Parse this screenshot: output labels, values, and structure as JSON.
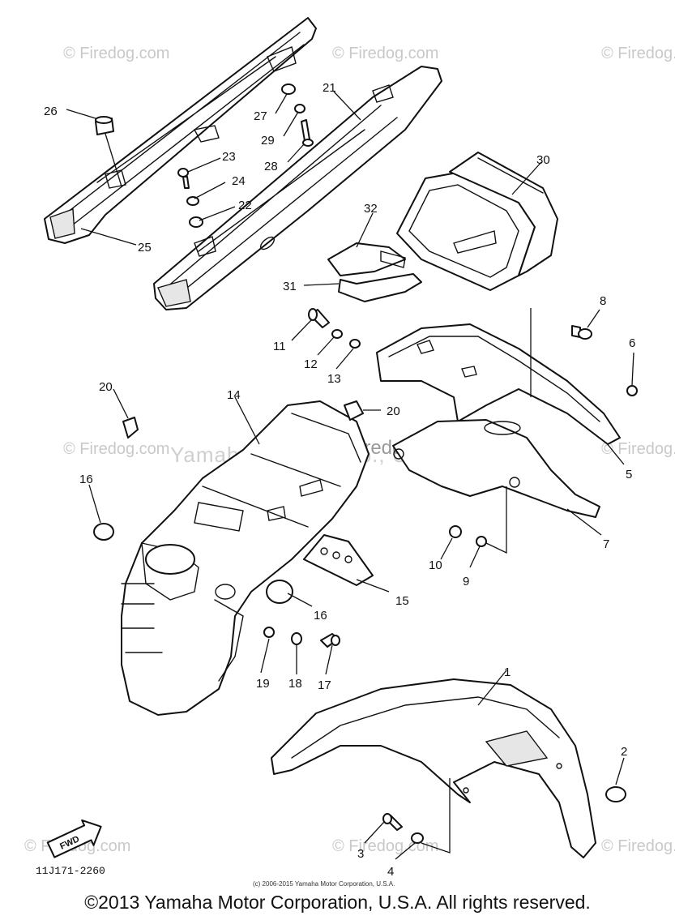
{
  "watermarks": {
    "site": "© Firedog.com",
    "center": "Yamaha Motor Corp., U.S.A.",
    "center_site": "© Firedog.com",
    "partial_1": "C",
    "partial_2": "©"
  },
  "fwd_label": "FWD",
  "reference_code": "11J171-2260",
  "small_copyright": "(c) 2006-2015 Yamaha Motor Corporation, U.S.A.",
  "copyright": "©2013 Yamaha Motor Corporation, U.S.A. All rights reserved.",
  "callouts": {
    "c1": "1",
    "c2": "2",
    "c3": "3",
    "c4": "4",
    "c5": "5",
    "c6": "6",
    "c7": "7",
    "c8": "8",
    "c9": "9",
    "c10": "10",
    "c11": "11",
    "c12": "12",
    "c13": "13",
    "c14": "14",
    "c15": "15",
    "c16a": "16",
    "c16b": "16",
    "c17": "17",
    "c18": "18",
    "c19": "19",
    "c20a": "20",
    "c20b": "20",
    "c21": "21",
    "c22": "22",
    "c23": "23",
    "c24": "24",
    "c25": "25",
    "c26": "26",
    "c27": "27",
    "c28": "28",
    "c29": "29",
    "c30": "30",
    "c31": "31",
    "c32": "32"
  }
}
